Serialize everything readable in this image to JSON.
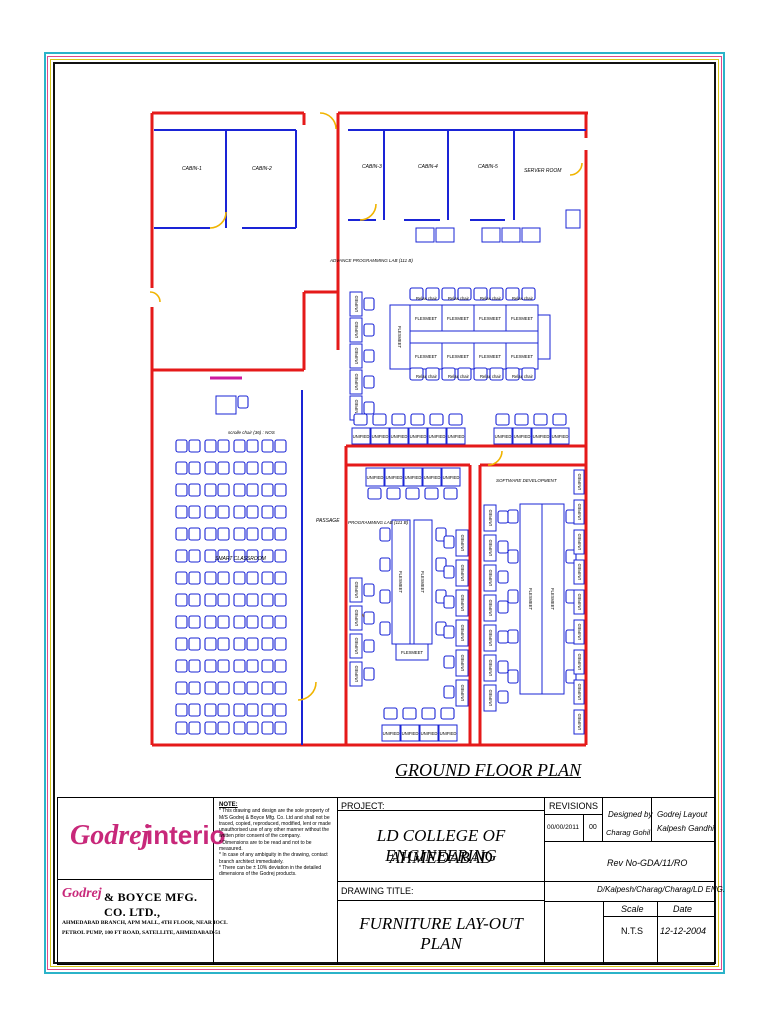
{
  "plan": {
    "title": "GROUND FLOOR PLAN",
    "rooms": {
      "cabin_1": "CABIN-1",
      "cabin_2": "CABIN-2",
      "cabin_3": "CABIN-3",
      "cabin_4": "CABIN-4",
      "cabin_5": "CABIN-5",
      "server_room": "SERVER ROOM",
      "advance_lab": "ADVANCE PROGRAMMING LAB (111 B)",
      "passage": "PASSAGE",
      "programming_lab": "PROGRAMMING LAB (111 B)",
      "software_dev": "SOFTWARE DEVELOPMENT",
      "smart_classroom": "SMART CLASSROOM",
      "visitor_chair": "scrolle chair (36) : NOS"
    },
    "furniture": {
      "flexmeet": "FLEXMEET",
      "relax_chair": "Relax chair",
      "unified": "UNIFIED"
    }
  },
  "title_block": {
    "logo_brand": "Godrej",
    "logo_interio": "interio",
    "company": "& BOYCE MFG. CO. LTD.,",
    "address_1": "AHMEDABAD BRANCH, APM MALL, 4TH FLOOR, NEAR IOCL",
    "address_2": "PETROL PUMP, 100 FT ROAD, SATELLITE, AHMEDABAD-51",
    "note_heading": "NOTE:",
    "notes": [
      "* This drawing and design are the sole property of M/S Godrej & Boyce Mfg. Co. Ltd and shall not be traced, copied, reproduced, modified, lent or made unauthorised use of any other manner without the written prior consent of the company.",
      "* Dimensions are to be read and not to be measured.",
      "* In case of any ambiguity in the drawing, contact branch architect immediately.",
      "* There can be ± 10% deviation in the detailed dimensions of the Godrej products."
    ],
    "project_label": "PROJECT:",
    "project_line1": "LD COLLEGE OF ENGINEERING",
    "project_line2": "AHMEDABAD",
    "drawing_title_label": "DRAWING TITLE:",
    "drawing_title": "FURNITURE LAY-OUT PLAN",
    "revisions_label": "REVISIONS",
    "revision_date": "00/00/2011",
    "revision_no": "00",
    "designed_by_label": "Designed by",
    "designer_1": "Charag Gohil",
    "godrej_layout": "Godrej Layout",
    "designer_2": "Kalpesh Gandhi",
    "rev_no": "Rev No-GDA/11/RO",
    "path": "D/Kalpesh/Charag/Charag/LD ENG.",
    "scale_label": "Scale",
    "date_label": "Date",
    "scale_value": "N.T.S",
    "date_value": "12-12-2004"
  },
  "colors": {
    "wall": "#e51a1a",
    "furniture": "#1a24d6",
    "door": "#f0b400",
    "accent": "#cc1aa0"
  }
}
